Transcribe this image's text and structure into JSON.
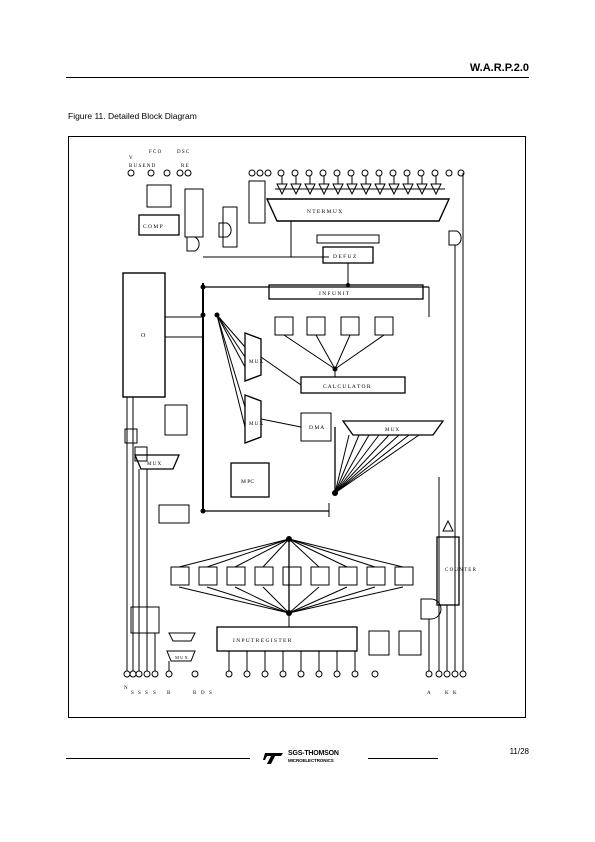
{
  "header": {
    "title": "W.A.R.P.2.0"
  },
  "figure": {
    "caption": "Figure 11. Detailed Block Diagram"
  },
  "blocks": {
    "inference_mux": "N T E R                M U X",
    "defuz": "D E F U Z",
    "inf_unit": "I N F     U N I T",
    "calculator": "C A L C U L A T O R",
    "mux_mid": "M U X",
    "mux_left": "M U X",
    "mux_mid2": "M U X",
    "mux_lower": "M U X",
    "mux_small": "M U X",
    "input_register": "I N P U T     R E G I S T E R",
    "counter": "C O U N T E R",
    "comp": "C O M P",
    "mpc": "M PC",
    "dma": "D M A",
    "big_left": "O"
  },
  "pin_labels": {
    "top": [
      "V",
      "F C O",
      "D S C",
      "B U S E N D",
      "R E"
    ],
    "bottom": [
      "N",
      "S",
      "S",
      "S",
      "S",
      "B",
      "B",
      "D",
      "S",
      "A",
      "K",
      "K"
    ]
  },
  "footer": {
    "logo_text": "SGS-THOMSON",
    "logo_sub": "MICROELECTRONICS",
    "page_number": "11/28"
  }
}
